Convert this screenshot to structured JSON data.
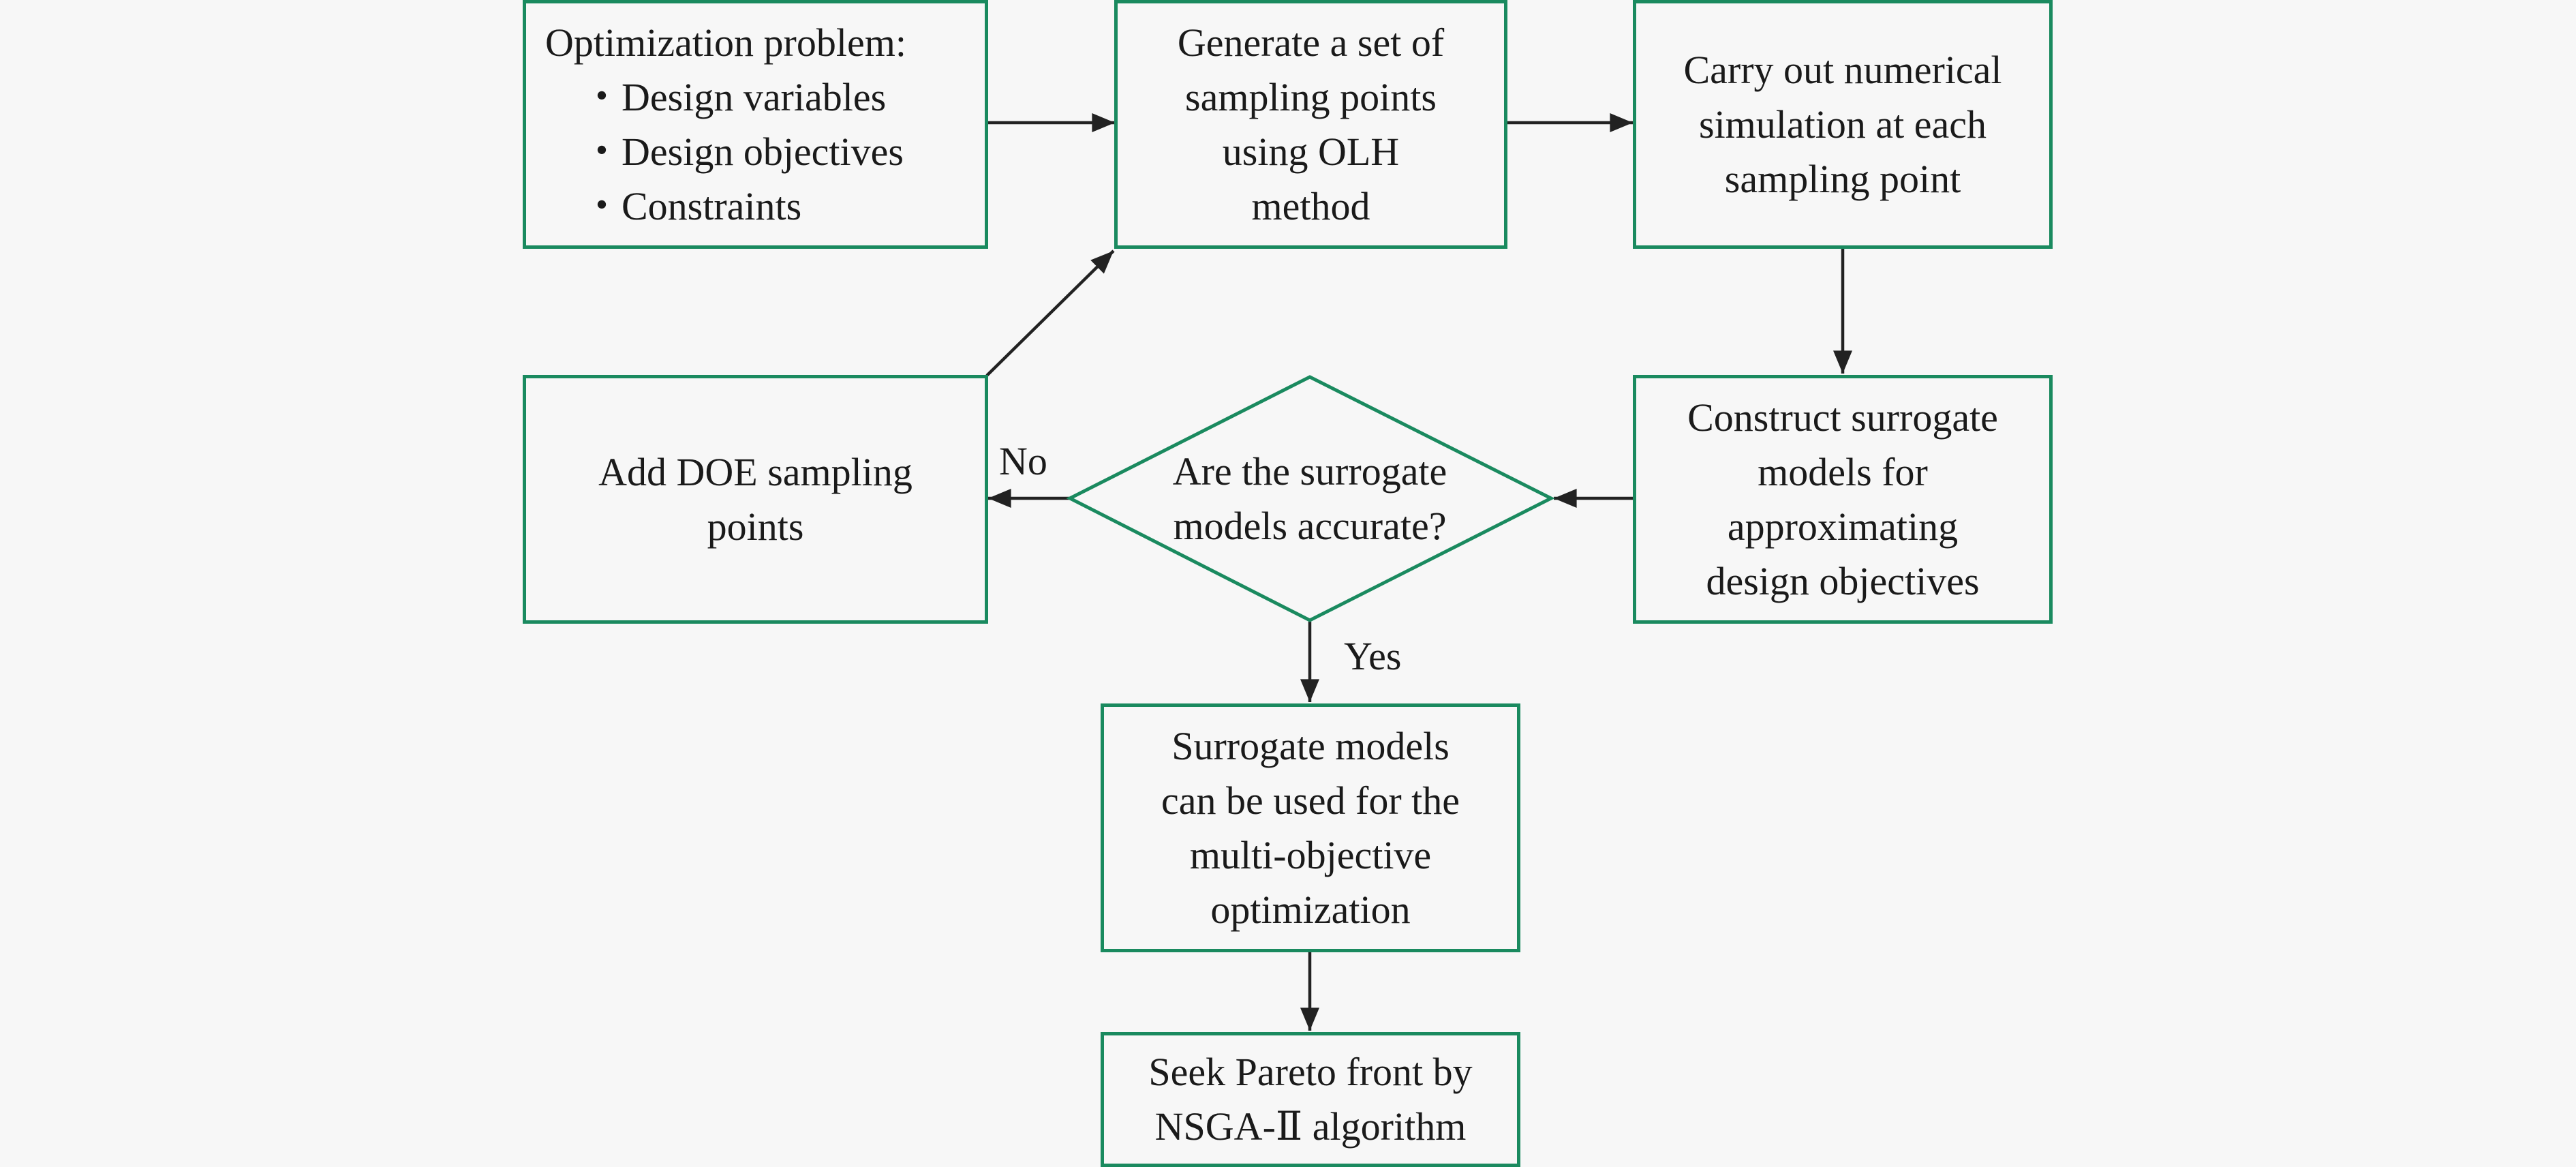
{
  "nodes": {
    "problem": {
      "title": "Optimization problem:",
      "bullets": [
        "・Design variables",
        "・Design objectives",
        "・Constraints"
      ]
    },
    "generate": {
      "lines": [
        "Generate a set of",
        "sampling points",
        "using OLH",
        "method"
      ]
    },
    "simulate": {
      "lines": [
        "Carry out numerical",
        "simulation at each",
        "sampling point"
      ]
    },
    "construct": {
      "lines": [
        "Construct surrogate",
        "models for",
        "approximating",
        "design objectives"
      ]
    },
    "decision": {
      "lines": [
        "Are the surrogate",
        "models accurate?"
      ]
    },
    "add_doe": {
      "lines": [
        "Add DOE sampling",
        "points"
      ]
    },
    "usable": {
      "lines": [
        "Surrogate models",
        "can be used for the",
        "multi-objective",
        "optimization"
      ]
    },
    "pareto": {
      "lines": [
        "Seek Pareto front by",
        "NSGA-Ⅱ algorithm"
      ]
    }
  },
  "edges": {
    "no_label": "No",
    "yes_label": "Yes"
  },
  "colors": {
    "box_border": "#1a8a5f",
    "arrow": "#222222",
    "background": "#f7f7f7"
  }
}
